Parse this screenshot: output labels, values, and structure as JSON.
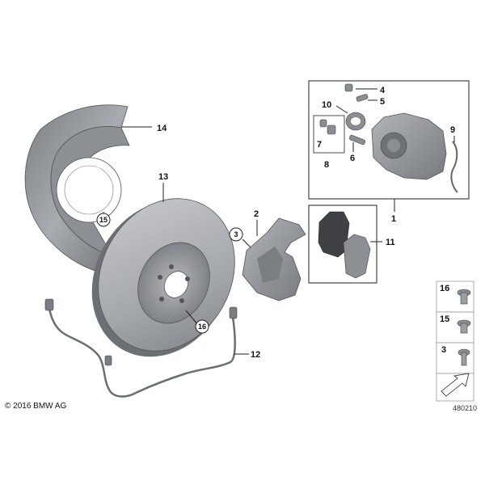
{
  "callouts": {
    "p1": "1",
    "p2": "2",
    "p3": "3",
    "p4": "4",
    "p5": "5",
    "p6": "6",
    "p7": "7",
    "p8": "8",
    "p9": "9",
    "p10": "10",
    "p11": "11",
    "p12": "12",
    "p13": "13",
    "p14": "14",
    "p15": "15",
    "p16": "16"
  },
  "legend": {
    "items": [
      "16",
      "15",
      "3"
    ]
  },
  "footer": {
    "copyright": "© 2016 BMW AG",
    "diagram_id": "480210"
  },
  "colors": {
    "part_grey": "#9a9da1",
    "part_dark": "#5e6064",
    "pad_dark": "#3f4144",
    "outline": "#555555"
  }
}
